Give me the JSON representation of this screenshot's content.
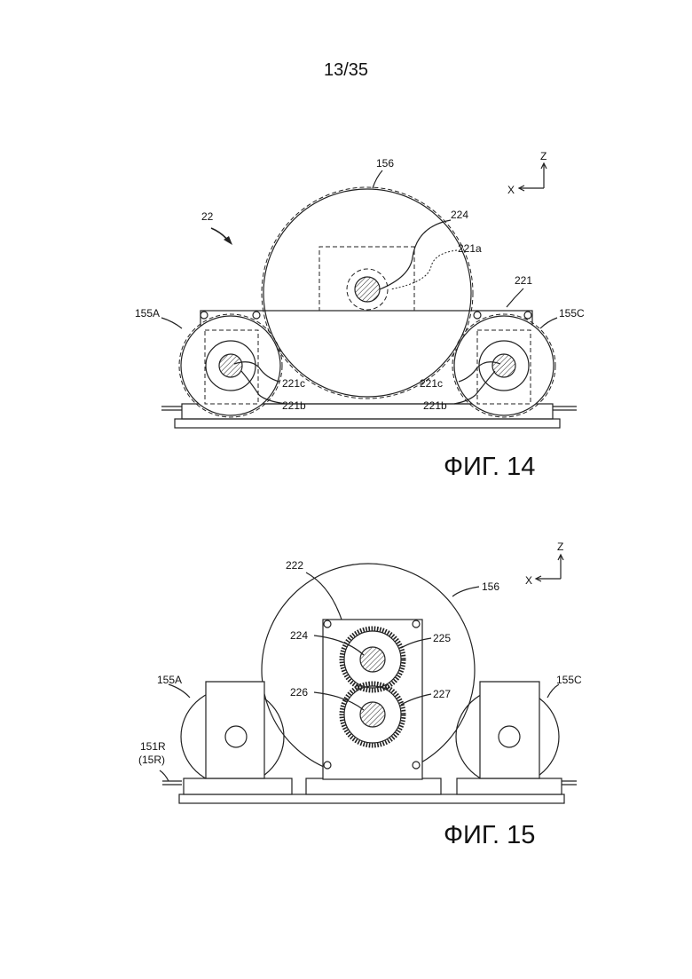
{
  "page_number": "13/35",
  "figures": [
    {
      "caption": "ФИГ. 14",
      "axes": {
        "z": "Z",
        "x": "X"
      },
      "labels": [
        "156",
        "22",
        "224",
        "221a",
        "221",
        "155A",
        "155C",
        "221c",
        "221c",
        "221b",
        "221b"
      ]
    },
    {
      "caption": "ФИГ. 15",
      "axes": {
        "z": "Z",
        "x": "X"
      },
      "labels": [
        "222",
        "156",
        "224",
        "225",
        "226",
        "227",
        "155A",
        "155C",
        "151R",
        "(15R)"
      ]
    }
  ]
}
